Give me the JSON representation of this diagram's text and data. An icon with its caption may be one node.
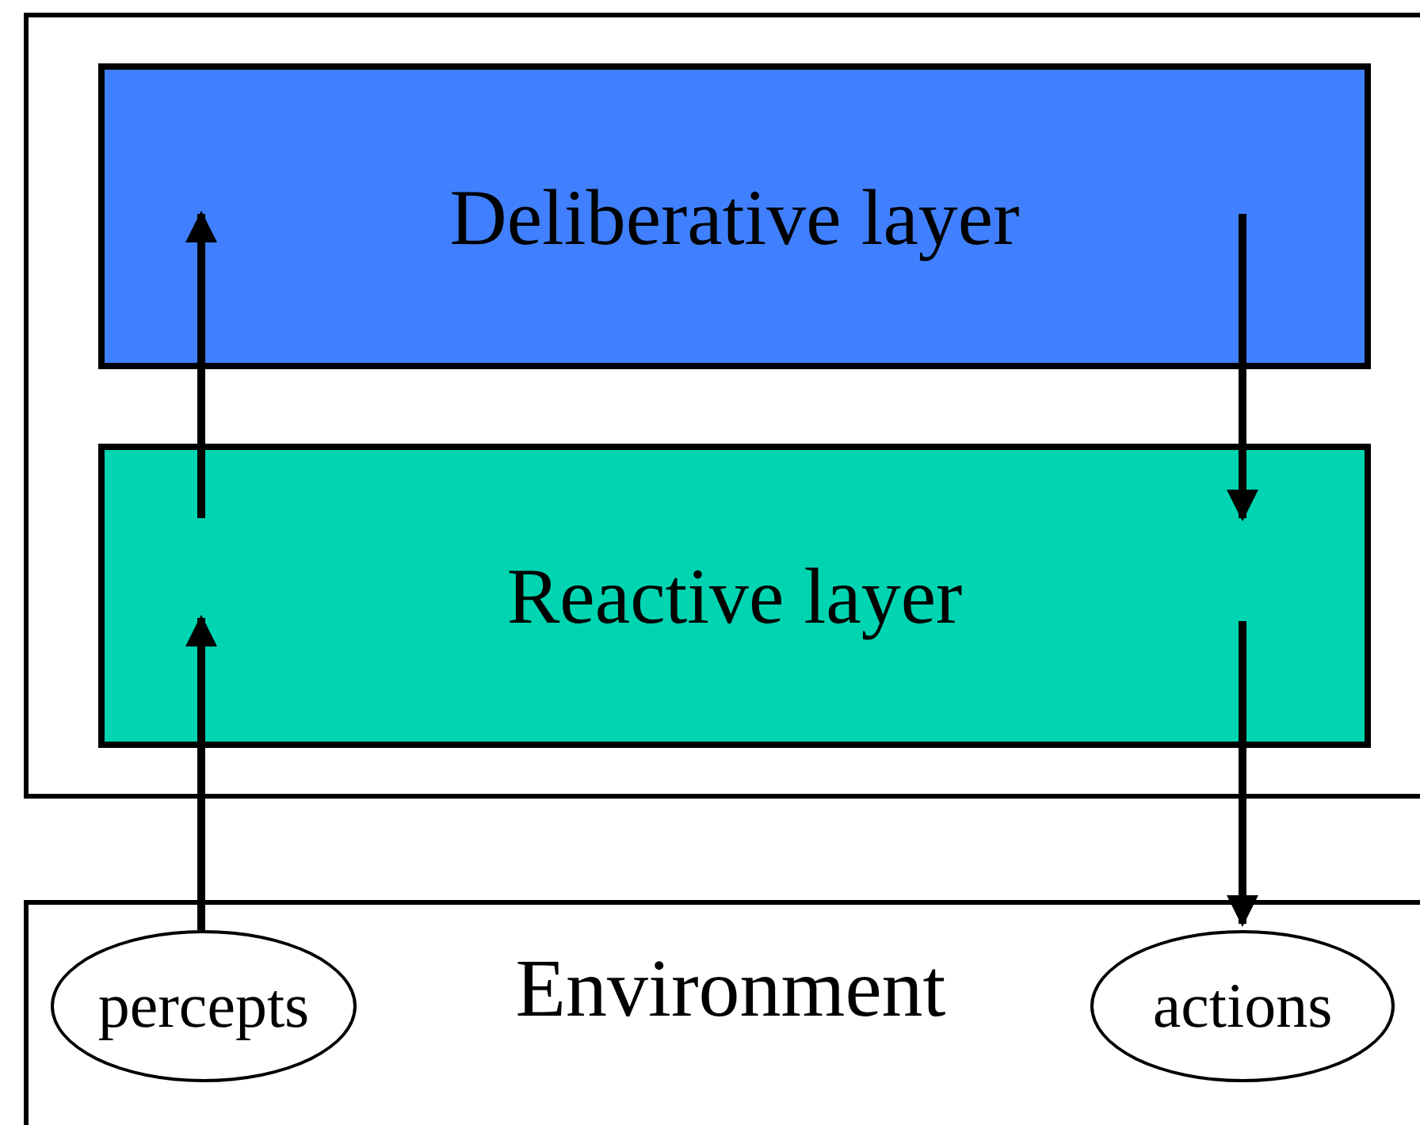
{
  "diagram": {
    "nodes": [
      {
        "text": [],
        "shape": "box"
      },
      {
        "text": [
          "Deliberative layer"
        ],
        "in": 0
      },
      {
        "text": [
          "Reactive layer"
        ],
        "in": 0
      },
      {
        "text": [
          "Environment"
        ]
      },
      {
        "text": [
          "percepts"
        ],
        "in": 3
      },
      {
        "text": [
          "actions"
        ],
        "in": 3
      }
    ],
    "edges": [
      {
        "from": 4,
        "to": 2,
        "arrow": "to"
      },
      {
        "from": 2,
        "to": 1,
        "arrow": "to"
      },
      {
        "from": 1,
        "to": 2,
        "arrow": "to"
      },
      {
        "from": 2,
        "to": 5,
        "arrow": "to"
      }
    ]
  }
}
